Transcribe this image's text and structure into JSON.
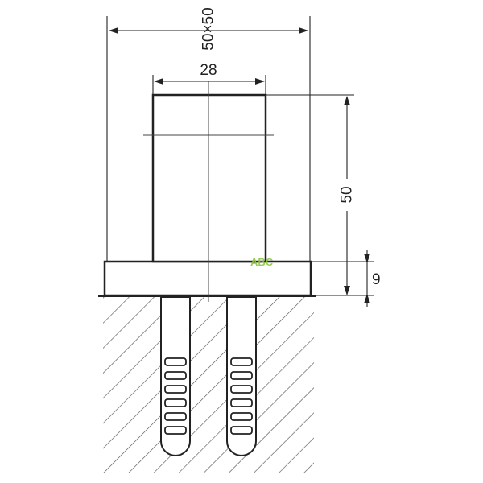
{
  "dimensions": {
    "overall_width": "50×50",
    "post_width": "28",
    "post_height": "50",
    "base_height": "9"
  },
  "watermark": {
    "text": "ABC",
    "color": "#8dc63f"
  },
  "colors": {
    "line": "#222222",
    "hatch": "#555555",
    "background": "#ffffff"
  }
}
